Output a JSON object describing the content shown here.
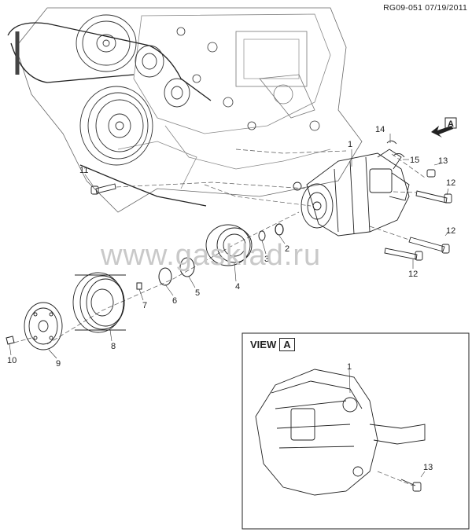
{
  "header": {
    "ref": "RG09-051 07/19/2011"
  },
  "watermark": "www.gasklad.ru",
  "view_label": {
    "prefix": "VIEW",
    "letter": "A"
  },
  "direction_arrow_letter": "A",
  "callouts": {
    "c1": "1",
    "c2": "2",
    "c3": "3",
    "c4": "4",
    "c5": "5",
    "c6": "6",
    "c7": "7",
    "c8": "8",
    "c9": "9",
    "c10": "10",
    "c11": "11",
    "c12a": "12",
    "c12b": "12",
    "c12c": "12",
    "c13": "13",
    "c14": "14",
    "c15": "15",
    "cv1": "1",
    "cv13": "13"
  }
}
